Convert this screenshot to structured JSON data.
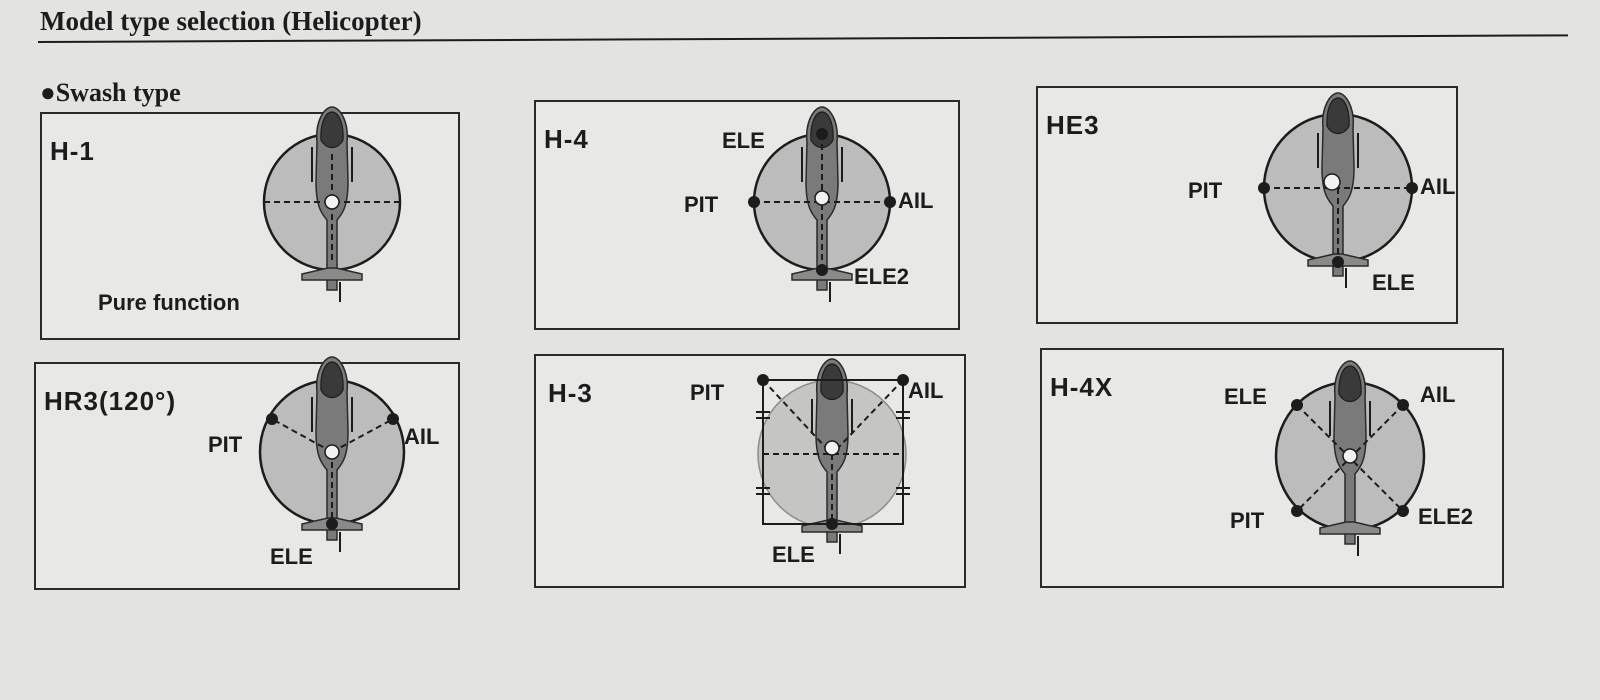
{
  "document": {
    "title": "Model type selection (Helicopter)",
    "section": "●Swash type"
  },
  "panels": {
    "h1": {
      "name": "H-1",
      "note": "Pure function"
    },
    "h4": {
      "name": "H-4",
      "top": "ELE",
      "left": "PIT",
      "right": "AIL",
      "bottom": "ELE2"
    },
    "he3": {
      "name": "HE3",
      "left": "PIT",
      "right": "AIL",
      "bottom": "ELE"
    },
    "hr3": {
      "name": "HR3(120°)",
      "left": "PIT",
      "right": "AIL",
      "bottom": "ELE"
    },
    "h3": {
      "name": "H-3",
      "left": "PIT",
      "right": "AIL",
      "bottom": "ELE"
    },
    "h4x": {
      "name": "H-4X",
      "top_left": "ELE",
      "top_right": "AIL",
      "bottom_left": "PIT",
      "bottom_right": "ELE2"
    }
  }
}
